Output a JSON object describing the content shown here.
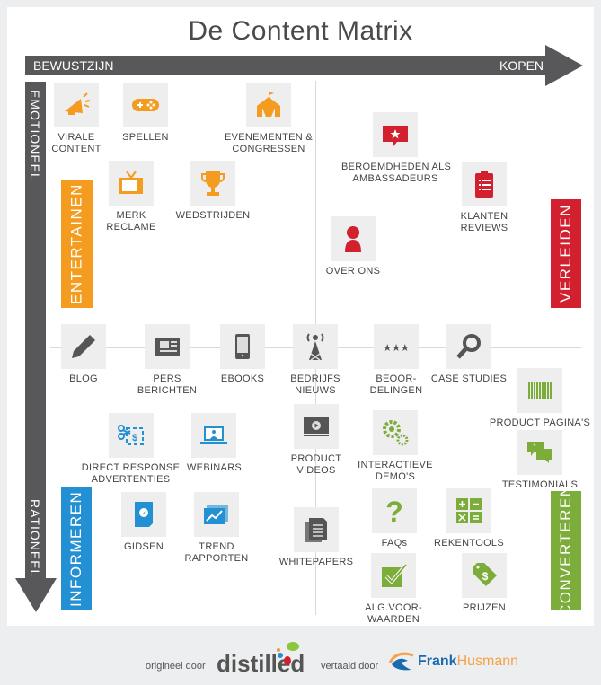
{
  "title": "De Content Matrix",
  "axes": {
    "horizontal": {
      "start": "BEWUSTZIJN",
      "end": "KOPEN"
    },
    "vertical": {
      "start": "EMOTIONEEL",
      "end": "RATIONEEL"
    }
  },
  "categories": {
    "entertainen": {
      "label": "ENTERTAINEN",
      "color": "#f39c1f"
    },
    "verleiden": {
      "label": "VERLEIDEN",
      "color": "#d2202e"
    },
    "informeren": {
      "label": "INFORMEREN",
      "color": "#2490d4"
    },
    "converteren": {
      "label": "CONVERTEREN",
      "color": "#7cac3a"
    }
  },
  "items": [
    {
      "id": "virale",
      "label1": "VIRALE",
      "label2": "CONTENT",
      "icon": "megaphone-icon",
      "color": "#f39c1f"
    },
    {
      "id": "spellen",
      "label1": "SPELLEN",
      "label2": "",
      "icon": "gamepad-icon",
      "color": "#f39c1f"
    },
    {
      "id": "evenementen",
      "label1": "EVENEMENTEN &",
      "label2": "CONGRESSEN",
      "icon": "tent-icon",
      "color": "#f39c1f"
    },
    {
      "id": "merk",
      "label1": "MERK",
      "label2": "RECLAME",
      "icon": "tv-icon",
      "color": "#f39c1f"
    },
    {
      "id": "wedstrijden",
      "label1": "WEDSTRIJDEN",
      "label2": "",
      "icon": "trophy-icon",
      "color": "#f39c1f"
    },
    {
      "id": "beroemdheden",
      "label1": "BEROEMDHEDEN ALS",
      "label2": "AMBASSADEURS",
      "icon": "star-speech-icon",
      "color": "#d2202e"
    },
    {
      "id": "klanten",
      "label1": "KLANTEN",
      "label2": "REVIEWS",
      "icon": "clipboard-icon",
      "color": "#d2202e"
    },
    {
      "id": "overons",
      "label1": "OVER ONS",
      "label2": "",
      "icon": "person-icon",
      "color": "#d2202e"
    },
    {
      "id": "blog",
      "label1": "BLOG",
      "label2": "",
      "icon": "pencil-icon",
      "color": "#555555"
    },
    {
      "id": "pers",
      "label1": "PERS",
      "label2": "BERICHTEN",
      "icon": "newspaper-icon",
      "color": "#555555"
    },
    {
      "id": "ebooks",
      "label1": "EBOOKS",
      "label2": "",
      "icon": "ereader-icon",
      "color": "#555555"
    },
    {
      "id": "bedrijfs",
      "label1": "BEDRIJFS",
      "label2": "NIEUWS",
      "icon": "antenna-icon",
      "color": "#555555"
    },
    {
      "id": "beoor",
      "label1": "BEOOR-",
      "label2": "DELINGEN",
      "icon": "stars-icon",
      "color": "#555555"
    },
    {
      "id": "case",
      "label1": "CASE STUDIES",
      "label2": "",
      "icon": "magnifier-icon",
      "color": "#555555"
    },
    {
      "id": "productpag",
      "label1": "PRODUCT PAGINA'S",
      "label2": "",
      "icon": "barcode-icon",
      "color": "#7cac3a"
    },
    {
      "id": "direct",
      "label1": "DIRECT RESPONSE",
      "label2": "ADVERTENTIES",
      "icon": "coupon-icon",
      "color": "#2490d4"
    },
    {
      "id": "webinars",
      "label1": "WEBINARS",
      "label2": "",
      "icon": "laptop-icon",
      "color": "#2490d4"
    },
    {
      "id": "productvid",
      "label1": "PRODUCT",
      "label2": "VIDEOS",
      "icon": "video-icon",
      "color": "#555555"
    },
    {
      "id": "demos",
      "label1": "INTERACTIEVE",
      "label2": "DEMO'S",
      "icon": "gears-icon",
      "color": "#7cac3a"
    },
    {
      "id": "testimonials",
      "label1": "TESTIMONIALS",
      "label2": "",
      "icon": "quote-bubbles-icon",
      "color": "#7cac3a"
    },
    {
      "id": "gidsen",
      "label1": "GIDSEN",
      "label2": "",
      "icon": "guide-icon",
      "color": "#2490d4"
    },
    {
      "id": "trend",
      "label1": "TREND",
      "label2": "RAPPORTEN",
      "icon": "chart-trend-icon",
      "color": "#2490d4"
    },
    {
      "id": "whitepapers",
      "label1": "WHITEPAPERS",
      "label2": "",
      "icon": "documents-icon",
      "color": "#555555"
    },
    {
      "id": "faqs",
      "label1": "FAQs",
      "label2": "",
      "icon": "question-icon",
      "color": "#7cac3a"
    },
    {
      "id": "rekentools",
      "label1": "REKENTOOLS",
      "label2": "",
      "icon": "calculator-icon",
      "color": "#7cac3a"
    },
    {
      "id": "alg",
      "label1": "ALG.VOOR-",
      "label2": "WAARDEN",
      "icon": "checkbox-icon",
      "color": "#7cac3a"
    },
    {
      "id": "prijzen",
      "label1": "PRIJZEN",
      "label2": "",
      "icon": "price-tag-icon",
      "color": "#7cac3a"
    }
  ],
  "footer": {
    "original_prefix": "origineel door",
    "original_brand": "distilled",
    "translated_prefix": "vertaald door",
    "translator_first": "Frank",
    "translator_last": "Husmann"
  }
}
